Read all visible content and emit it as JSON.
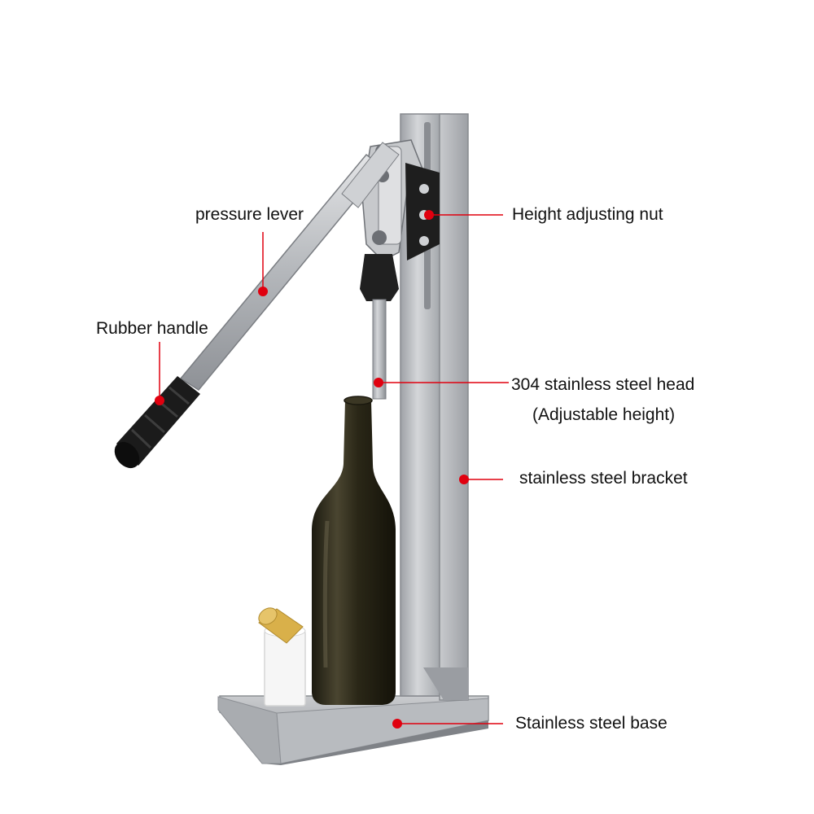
{
  "labels": {
    "pressure_lever": "pressure lever",
    "rubber_handle": "Rubber handle",
    "height_adjusting_nut": "Height adjusting nut",
    "steel_head_line1": "304 stainless steel head",
    "steel_head_line2": "(Adjustable height)",
    "bracket": "stainless steel bracket",
    "base": "Stainless steel base"
  },
  "colors": {
    "callout": "#e0000f",
    "steel": "#b9bbbe",
    "steel_dark": "#8f9297",
    "bottle": "#2e2a1a",
    "rubber": "#1a1a1a",
    "cork": "#d9b04a"
  }
}
